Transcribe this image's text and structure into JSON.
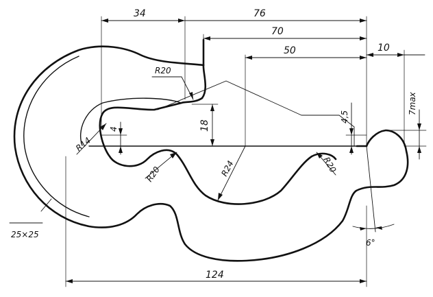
{
  "drawing": {
    "dimensions": {
      "d34": "34",
      "d76": "76",
      "d70": "70",
      "d50": "50",
      "d10": "10",
      "d7max": "7max",
      "d4_5": "4,5",
      "d18": "18",
      "d4": "4",
      "r20_top": "R20",
      "r14": "R14",
      "r20_lower": "R20",
      "r24": "R24",
      "r20_right": "R20",
      "section": "25×25",
      "angle": "6°",
      "d124": "124"
    }
  }
}
